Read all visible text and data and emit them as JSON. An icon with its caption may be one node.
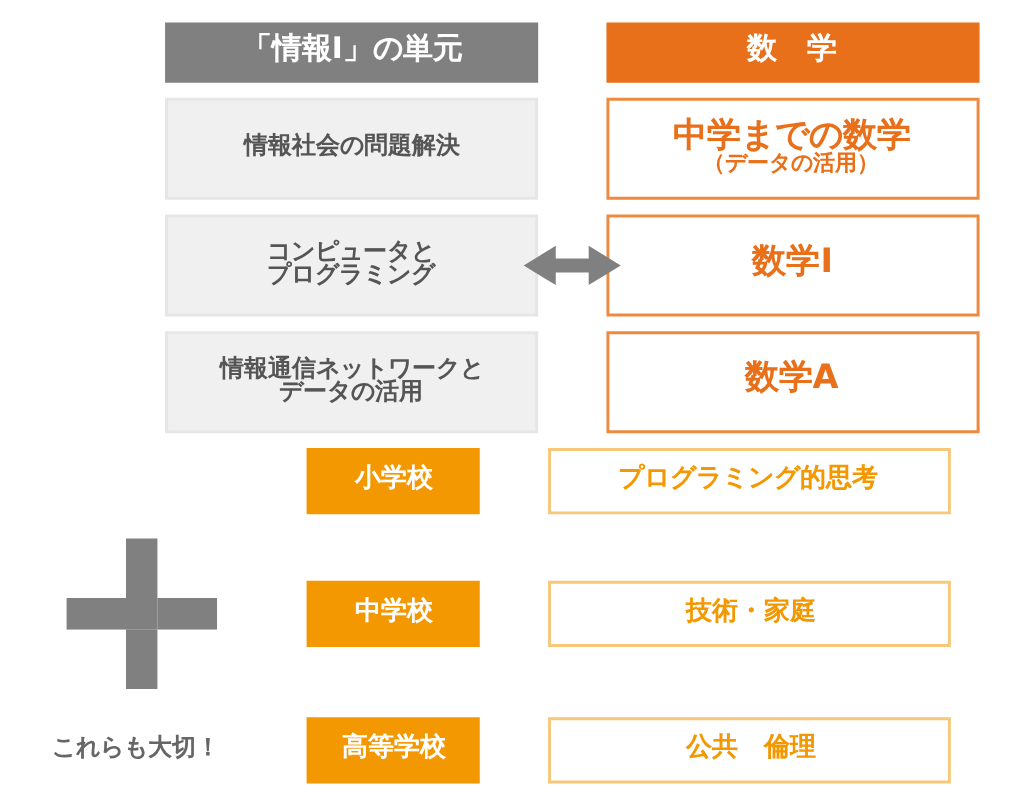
{
  "diagram": {
    "nodes": [
      {
        "text": [
          "「情報Ⅰ」の単元"
        ]
      },
      {
        "text": [
          "情報社会の問題解決"
        ]
      },
      {
        "text": [
          "コンピュータとプログラミング"
        ]
      },
      {
        "text": [
          "情報通信ネットワークとデータの活用"
        ]
      },
      {
        "text": [
          "数　学"
        ]
      },
      {
        "text": [
          "中学までの数学",
          "（データの活用）"
        ]
      },
      {
        "text": [
          "数学Ⅰ"
        ]
      },
      {
        "text": [
          "数学A"
        ]
      },
      {
        "text": [],
        "shape": "plus"
      },
      {
        "text": [
          "小学校"
        ]
      },
      {
        "text": [
          "プログラミング的思考"
        ]
      },
      {
        "text": [
          "中学校"
        ]
      },
      {
        "text": [
          "技術・家庭"
        ]
      },
      {
        "text": [
          "高等学校"
        ]
      },
      {
        "text": [
          "公共　倫理"
        ]
      }
    ],
    "edges": [
      {
        "from": 2,
        "to": 6,
        "arrow": "both"
      }
    ],
    "labels": [
      "これらも大切！"
    ]
  }
}
